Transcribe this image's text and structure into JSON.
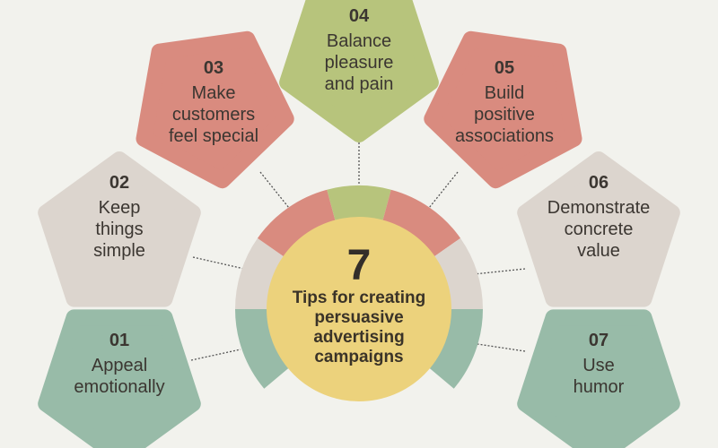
{
  "colors": {
    "background": "#f2f2ed",
    "green": "#98bba8",
    "grey": "#dcd5ce",
    "red": "#d98b7f",
    "olive": "#b7c47c",
    "yellow": "#ecd27c"
  },
  "center": {
    "number": "7",
    "title_lines": [
      "Tips for creating",
      "persuasive",
      "advertising",
      "campaigns"
    ]
  },
  "tips": [
    {
      "number": "01",
      "lines": [
        "Appeal",
        "emotionally"
      ]
    },
    {
      "number": "02",
      "lines": [
        "Keep",
        "things",
        "simple"
      ]
    },
    {
      "number": "03",
      "lines": [
        "Make",
        "customers",
        "feel special"
      ]
    },
    {
      "number": "04",
      "lines": [
        "Balance",
        "pleasure",
        "and pain"
      ]
    },
    {
      "number": "05",
      "lines": [
        "Build",
        "positive",
        "associations"
      ]
    },
    {
      "number": "06",
      "lines": [
        "Demonstrate",
        "concrete",
        "value"
      ]
    },
    {
      "number": "07",
      "lines": [
        "Use",
        "humor"
      ]
    }
  ]
}
